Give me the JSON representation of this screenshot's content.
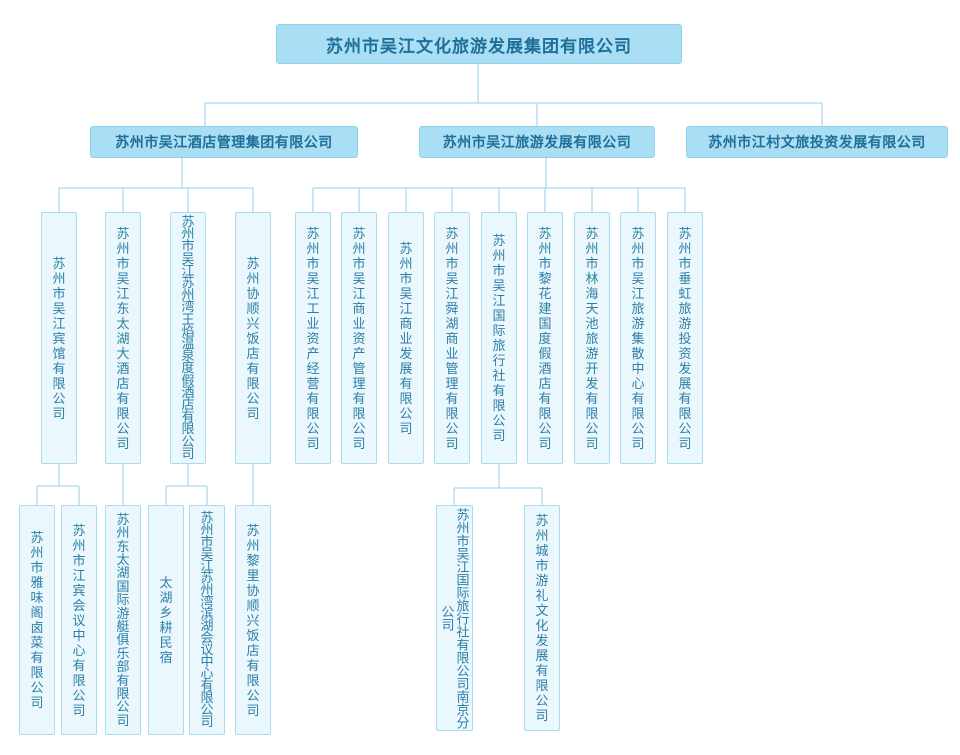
{
  "root": "苏州市吴江文化旅游发展集团有限公司",
  "level1": [
    "苏州市吴江酒店管理集团有限公司",
    "苏州市吴江旅游发展有限公司",
    "苏州市江村文旅投资发展有限公司"
  ],
  "hotel_group": [
    "苏州市吴江宾馆有限公司",
    "苏州市吴江东太湖大酒店有限公司",
    "苏州市吴江苏州湾王焰温泉度假酒店有限公司",
    "苏州协顺兴饭店有限公司"
  ],
  "tourism_dev": [
    "苏州市吴江工业资产经营有限公司",
    "苏州市吴江商业资产管理有限公司",
    "苏州市吴江商业发展有限公司",
    "苏州市吴江舜湖商业管理有限公司",
    "苏州市吴江国际旅行社有限公司",
    "苏州市黎花建国度假酒店有限公司",
    "苏州市林海天池旅游开发有限公司",
    "苏州市吴江旅游集散中心有限公司",
    "苏州市垂虹旅游投资发展有限公司"
  ],
  "level3": [
    "苏州市雅味阁卤菜有限公司",
    "苏州市江宾会议中心有限公司",
    "苏州东太湖国际游艇俱乐部有限公司",
    "太湖乡耕民宿",
    "苏州市吴江苏州湾滨湖会议中心有限公司",
    "苏州黎里协顺兴饭店有限公司",
    "苏州市吴江国际旅行社有限公司南京分公司",
    "苏州城市游礼文化发展有限公司"
  ]
}
